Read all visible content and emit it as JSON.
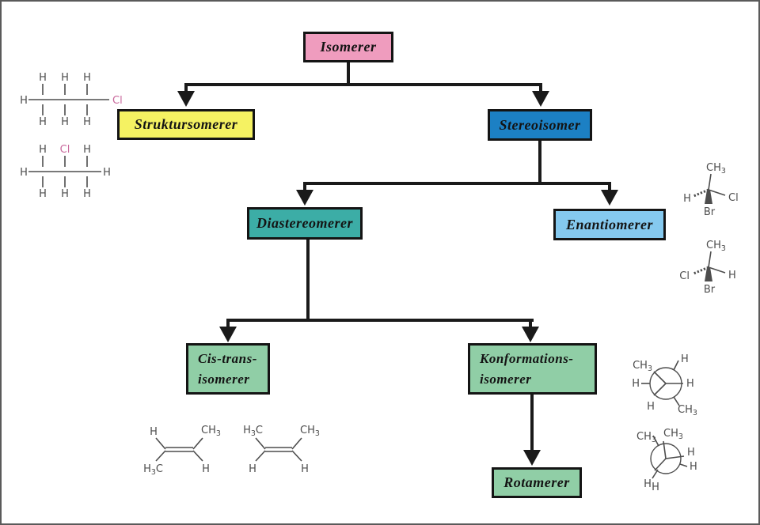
{
  "page": {
    "background": "#ffffff",
    "border_color": "#5a5a5a"
  },
  "flowchart": {
    "line_color": "#1a1a1a",
    "nodes": {
      "isomerer": {
        "label": "Isomerer",
        "bg": "#ef9cbe"
      },
      "struktur": {
        "label": "Struktursomerer",
        "bg": "#f5f262"
      },
      "stereo": {
        "label": "Stereoisomer",
        "bg": "#1c80c4"
      },
      "diastereo": {
        "label": "Diastereomerer",
        "bg": "#3cada6"
      },
      "enantio": {
        "label": "Enantiomerer",
        "bg": "#85c9ef"
      },
      "cistrans": {
        "label_line1": "Cis-trans-",
        "label_line2": "isomerer",
        "bg": "#90cea6"
      },
      "konformation": {
        "label_line1": "Konformations-",
        "label_line2": "isomerer",
        "bg": "#90cea6"
      },
      "rotamer": {
        "label": "Rotamerer",
        "bg": "#90cea6"
      }
    }
  },
  "chem": {
    "h": "H",
    "c": "C",
    "cl": "Cl",
    "br": "Br",
    "ch": "CH",
    "sub_3": "3",
    "bond_color": "#4d4d4d",
    "cl_color": "#c9689c"
  }
}
